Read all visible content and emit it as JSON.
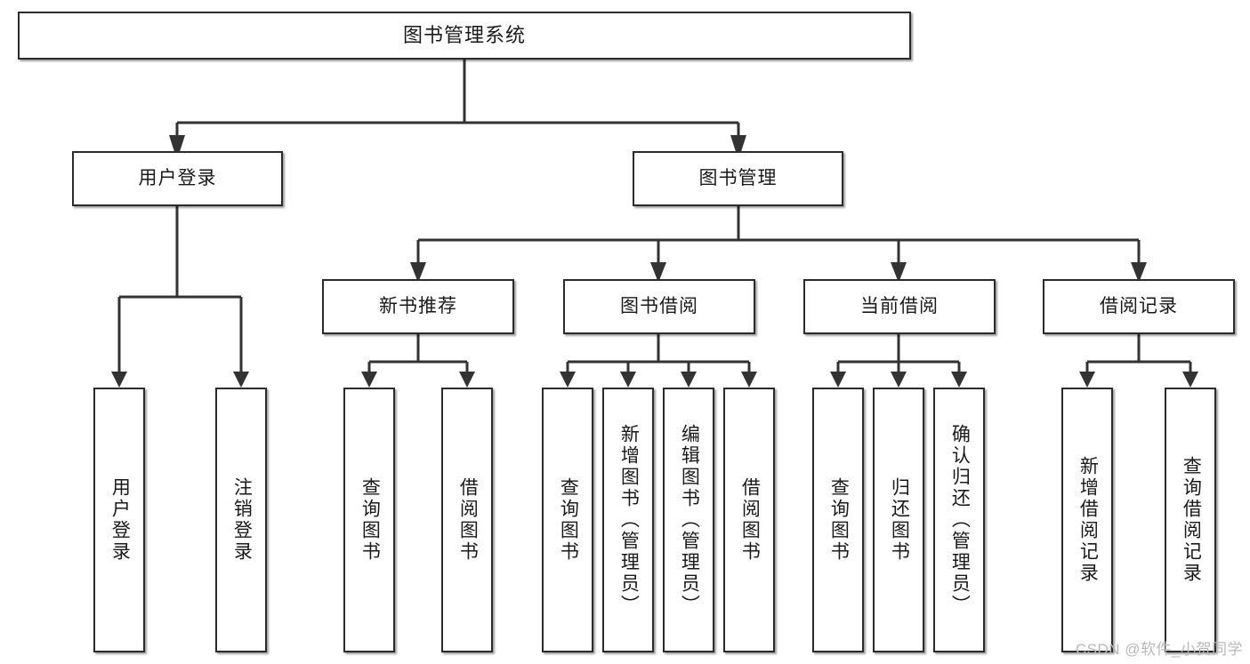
{
  "diagram": {
    "type": "tree",
    "title": "图书管理系统",
    "root": {
      "label": "图书管理系统"
    },
    "level2": [
      {
        "label": "用户登录"
      },
      {
        "label": "图书管理"
      }
    ],
    "level3": [
      {
        "label": "新书推荐"
      },
      {
        "label": "图书借阅"
      },
      {
        "label": "当前借阅"
      },
      {
        "label": "借阅记录"
      }
    ],
    "leaves": {
      "user_login": [
        {
          "label": "用户登录"
        },
        {
          "label": "注销登录"
        }
      ],
      "new_book_recommend": [
        {
          "label": "查询图书"
        },
        {
          "label": "借阅图书"
        }
      ],
      "book_borrow": [
        {
          "label": "查询图书"
        },
        {
          "label": "新增图书（管理员）"
        },
        {
          "label": "编辑图书（管理员）"
        },
        {
          "label": "借阅图书"
        }
      ],
      "current_borrow": [
        {
          "label": "查询图书"
        },
        {
          "label": "归还图书"
        },
        {
          "label": "确认归还（管理员）"
        }
      ],
      "borrow_record": [
        {
          "label": "新增借阅记录"
        },
        {
          "label": "查询借阅记录"
        }
      ]
    }
  },
  "watermark": {
    "text": "CSDN @软件_小贺同学"
  },
  "colors": {
    "node_border": "#2b2b2b",
    "node_fill": "#ffffff",
    "connector": "#333333",
    "text": "#1a1a1a",
    "watermark": "#b9b9b9"
  }
}
